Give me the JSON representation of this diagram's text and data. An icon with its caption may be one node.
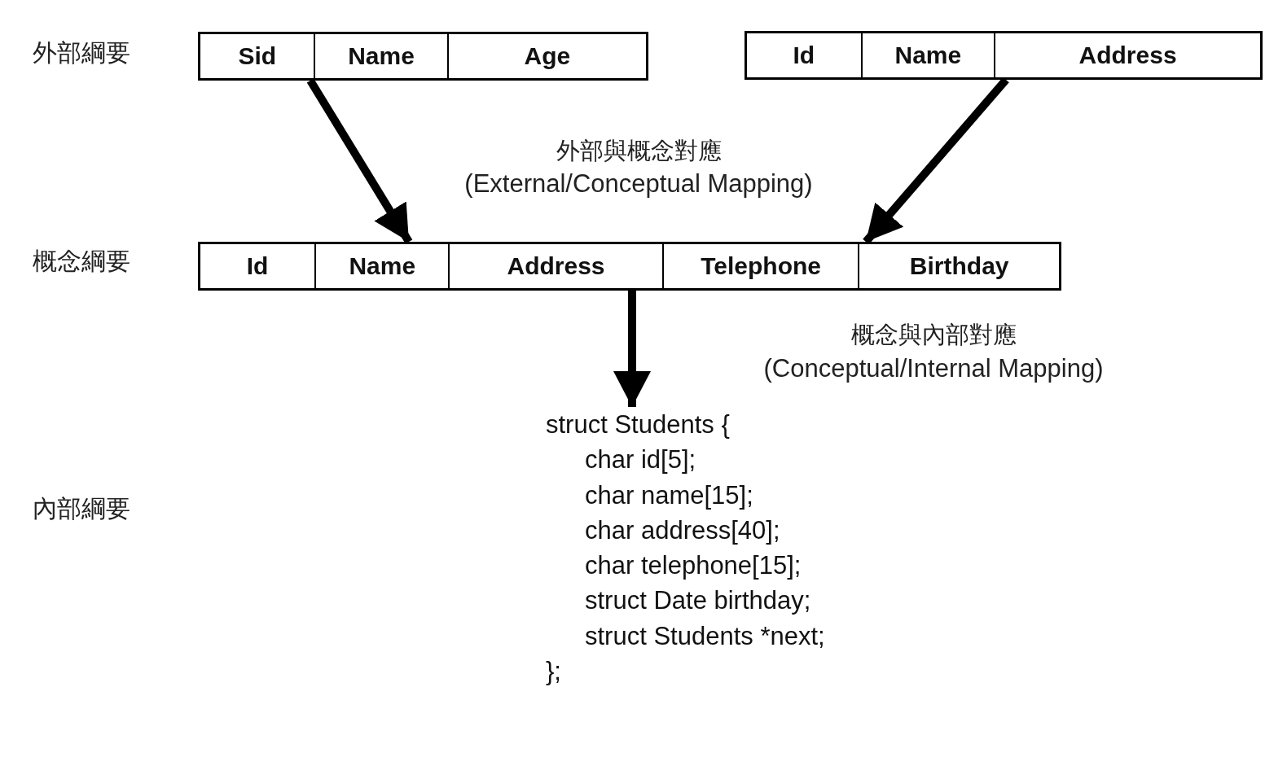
{
  "diagram": {
    "nodes": [
      {
        "text": [
          "Sid",
          "Name",
          "Age"
        ]
      },
      {
        "text": [
          "Id",
          "Name",
          "Address"
        ]
      },
      {
        "text": [
          "Id",
          "Name",
          "Address",
          "Telephone",
          "Birthday"
        ]
      },
      {
        "text": [
          "struct Students {",
          "char id[5];",
          "char name[15];",
          "char address[40];",
          "char telephone[15];",
          "struct Date birthday;",
          "struct Students *next;",
          "};"
        ]
      }
    ],
    "edges": [
      {
        "from": 0,
        "to": 2,
        "arrow": "to"
      },
      {
        "from": 1,
        "to": 2,
        "arrow": "to"
      },
      {
        "from": 2,
        "to": 3,
        "arrow": "to"
      }
    ],
    "labels": [
      "外部綱要",
      "外部與概念對應",
      "(External/Conceptual Mapping)",
      "概念綱要",
      "概念與內部對應",
      "(Conceptual/Internal Mapping)",
      "內部綱要"
    ]
  }
}
